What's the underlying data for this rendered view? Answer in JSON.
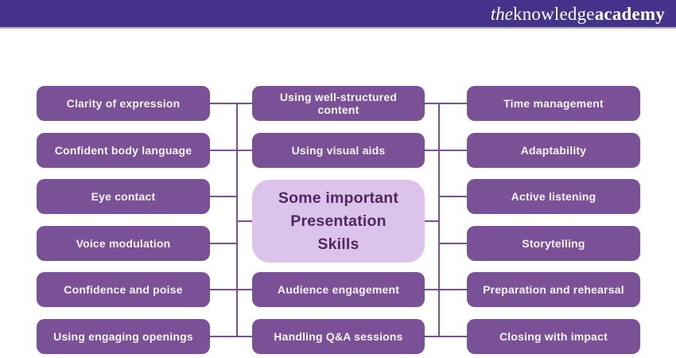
{
  "header": {
    "logo_the": "the",
    "logo_knowledge": "knowledge",
    "logo_academy": "academy"
  },
  "diagram": {
    "center": {
      "line1": "Some important",
      "line2": "Presentation",
      "line3": "Skills"
    },
    "left_column": [
      "Clarity of expression",
      "Confident body language",
      "Eye contact",
      "Voice modulation",
      "Confidence and poise",
      "Using engaging openings"
    ],
    "middle_column": [
      "Using well-structured content",
      "Using visual aids",
      "Audience engagement",
      "Handling Q&A sessions"
    ],
    "right_column": [
      "Time management",
      "Adaptability",
      "Active listening",
      "Storytelling",
      "Preparation and rehearsal",
      "Closing with impact"
    ]
  },
  "colors": {
    "header_bg": "#44328B",
    "header_border": "#B4A5D6",
    "node_fill": "#7A5197",
    "node_text": "#F7F3FA",
    "center_fill": "#DCC3EC",
    "center_text": "#50275F",
    "connector": "#7B4F9E"
  }
}
